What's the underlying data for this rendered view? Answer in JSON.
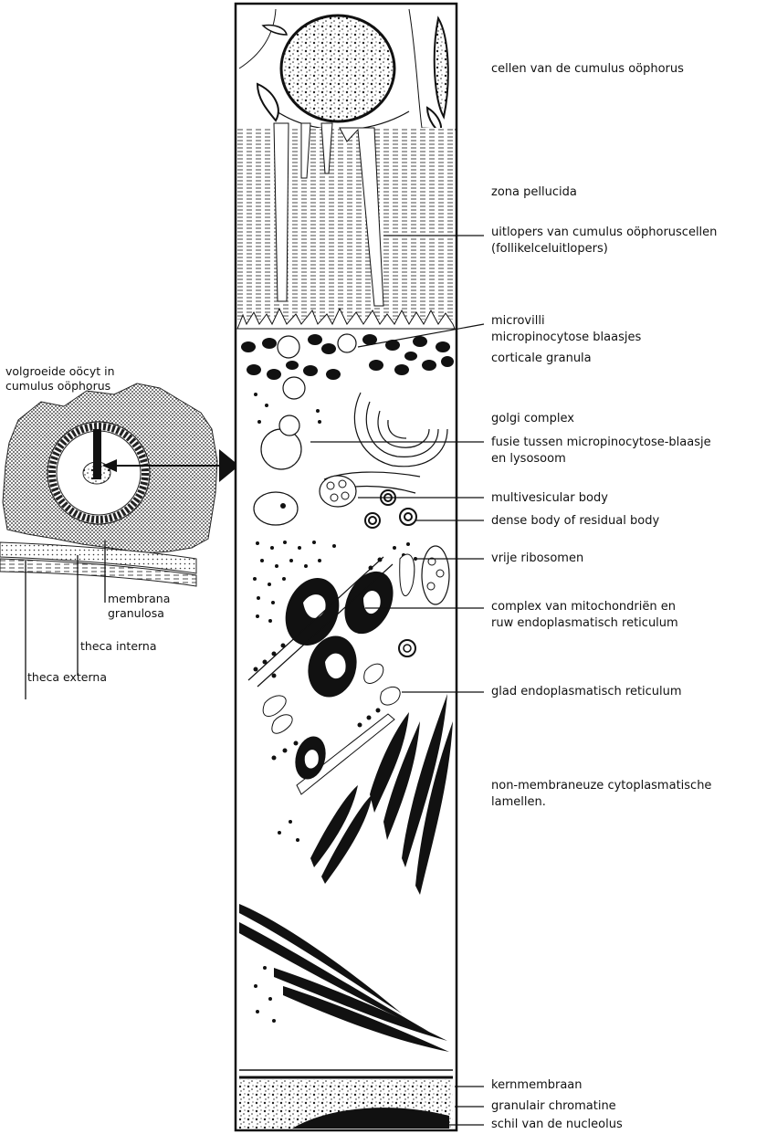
{
  "inset": {
    "caption_line1": "volgroeide oöcyt in",
    "caption_line2": "cumulus oöphorus",
    "membrana_line1": "membrana",
    "membrana_line2": "granulosa",
    "theca_interna": "theca interna",
    "theca_externa": "theca externa"
  },
  "labels": {
    "cumulus_cells": "cellen van de cumulus oöphorus",
    "zona_pellucida": "zona pellucida",
    "processes_line1": "uitlopers van cumulus oöphoruscellen",
    "processes_line2": "(follikelceluitlopers)",
    "microvilli": "microvilli",
    "micropinocytosis_vesicles": "micropinocytose blaasjes",
    "cortical_granules": "corticale granula",
    "golgi": "golgi complex",
    "fusion_line1": "fusie tussen micropinocytose-blaasje",
    "fusion_line2": "en lysosoom",
    "multivesicular_body": "multivesicular body",
    "dense_body": "dense body of residual body",
    "free_ribosomes": "vrije ribosomen",
    "mito_complex_line1": "complex van mitochondriën en",
    "mito_complex_line2": "ruw endoplasmatisch reticulum",
    "smooth_er": "glad endoplasmatisch reticulum",
    "lamellae_line1": "non-membraneuze cytoplasmatische",
    "lamellae_line2": "lamellen.",
    "nuclear_membrane": "kernmembraan",
    "granular_chromatin": "granulair chromatine",
    "nucleolus_shell": "schil van de nucleolus"
  }
}
